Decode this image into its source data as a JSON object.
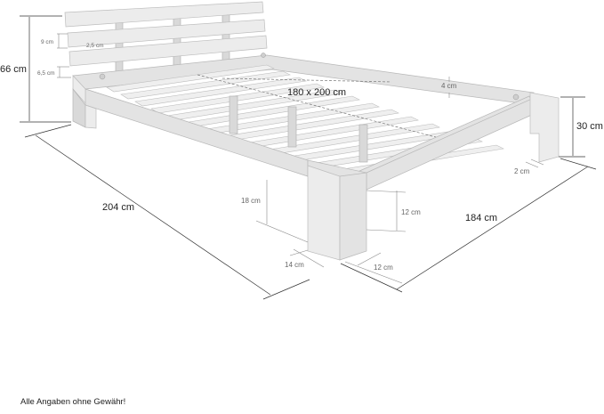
{
  "diagram": {
    "subject": "Wooden bed frame with slatted base and slatted headboard",
    "dimensions": {
      "total_height": "66 cm",
      "headboard_slat_height": "9 cm",
      "headboard_slat_gap": "2,5 cm",
      "headboard_bottom_gap": "6,5 cm",
      "mattress_size": "180 x 200 cm",
      "slat_spacing": "4 cm",
      "frame_height": "30 cm",
      "side_rail_thickness": "2 cm",
      "total_length": "204 cm",
      "total_width": "184 cm",
      "under_bed_clearance": "18 cm",
      "rail_height": "12 cm",
      "leg_depth": "14 cm",
      "leg_width": "12 cm"
    },
    "colors": {
      "background": "#ffffff",
      "wood": "#ececec",
      "outline": "#bdbdbd",
      "dimension_line": "#333333",
      "label_text": "#222222"
    }
  },
  "footer": {
    "disclaimer": "Alle Angaben ohne Gewähr!"
  }
}
